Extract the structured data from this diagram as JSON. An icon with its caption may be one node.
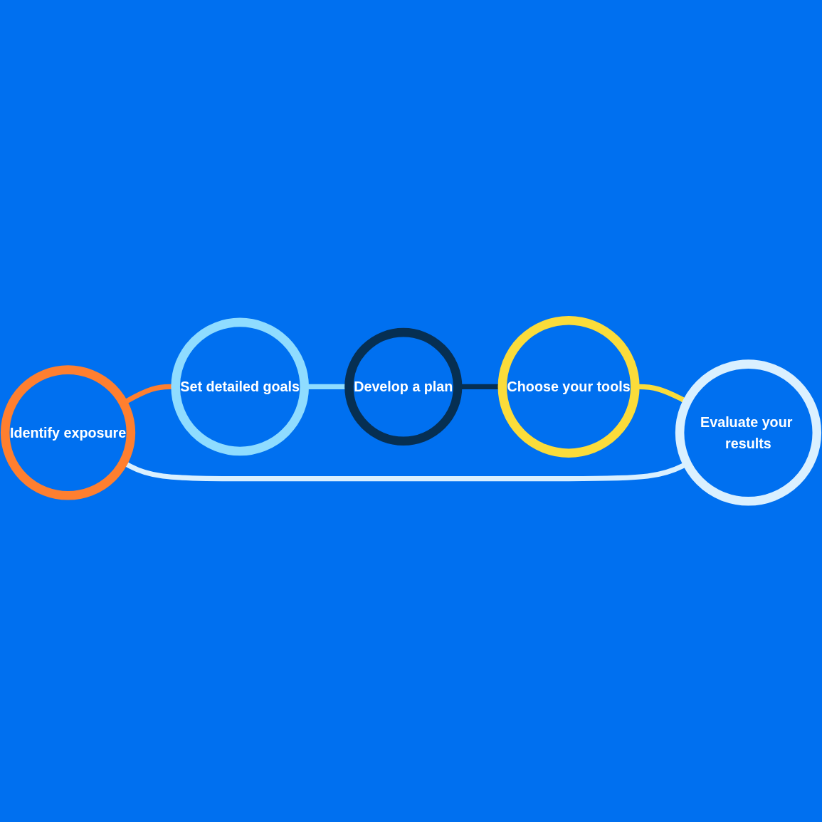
{
  "diagram": {
    "nodes": [
      {
        "text": [
          "Identify exposure"
        ]
      },
      {
        "text": [
          "Set detailed goals"
        ]
      },
      {
        "text": [
          "Develop a plan"
        ]
      },
      {
        "text": [
          "Choose your tools"
        ]
      },
      {
        "text": [
          "Evaluate your results"
        ]
      }
    ],
    "edges": [
      {
        "from": 0,
        "to": 1,
        "arrow": "to",
        "color": "#ff7f2f"
      },
      {
        "from": 1,
        "to": 2,
        "arrow": "to",
        "color": "#8fdcff"
      },
      {
        "from": 2,
        "to": 3,
        "arrow": "to",
        "color": "#062f52"
      },
      {
        "from": 3,
        "to": 4,
        "arrow": "to",
        "color": "#fbdc3a"
      },
      {
        "from": 4,
        "to": 0,
        "arrow": "to",
        "color": "#daf0ff"
      }
    ]
  }
}
